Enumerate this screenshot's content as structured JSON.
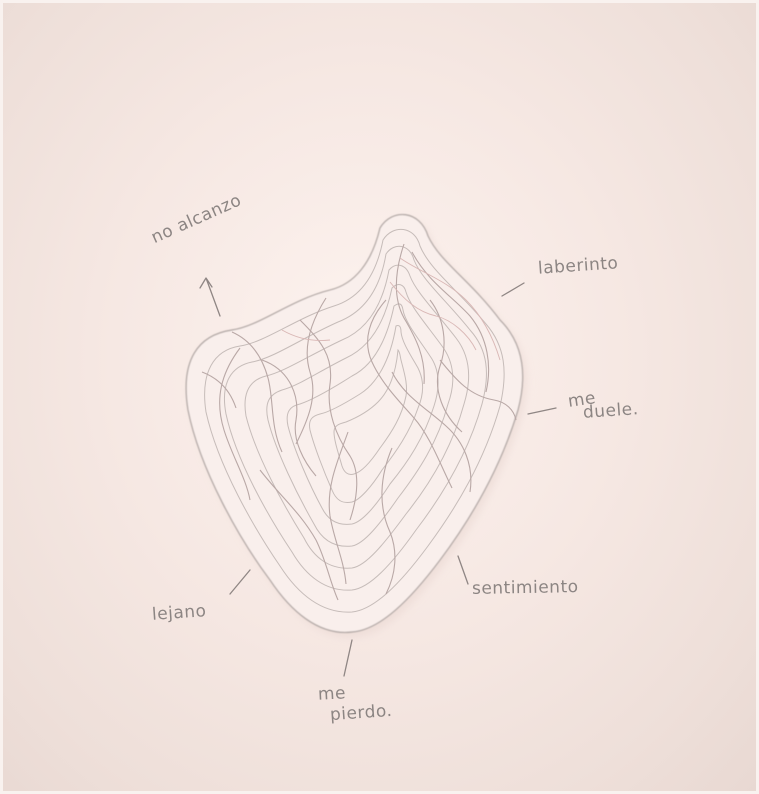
{
  "artwork": {
    "paper_color": "#f6e8e3",
    "pencil_color": "#8c8583",
    "annotations": {
      "no_alcanzo": "no alcanzo",
      "laberinto": "laberinto",
      "me_duele_line1": "me",
      "me_duele_line2": "duele.",
      "sentimiento": "sentimiento",
      "lejano": "lejano",
      "me_pierdo_line1": "me",
      "me_pierdo_line2": "pierdo."
    }
  }
}
